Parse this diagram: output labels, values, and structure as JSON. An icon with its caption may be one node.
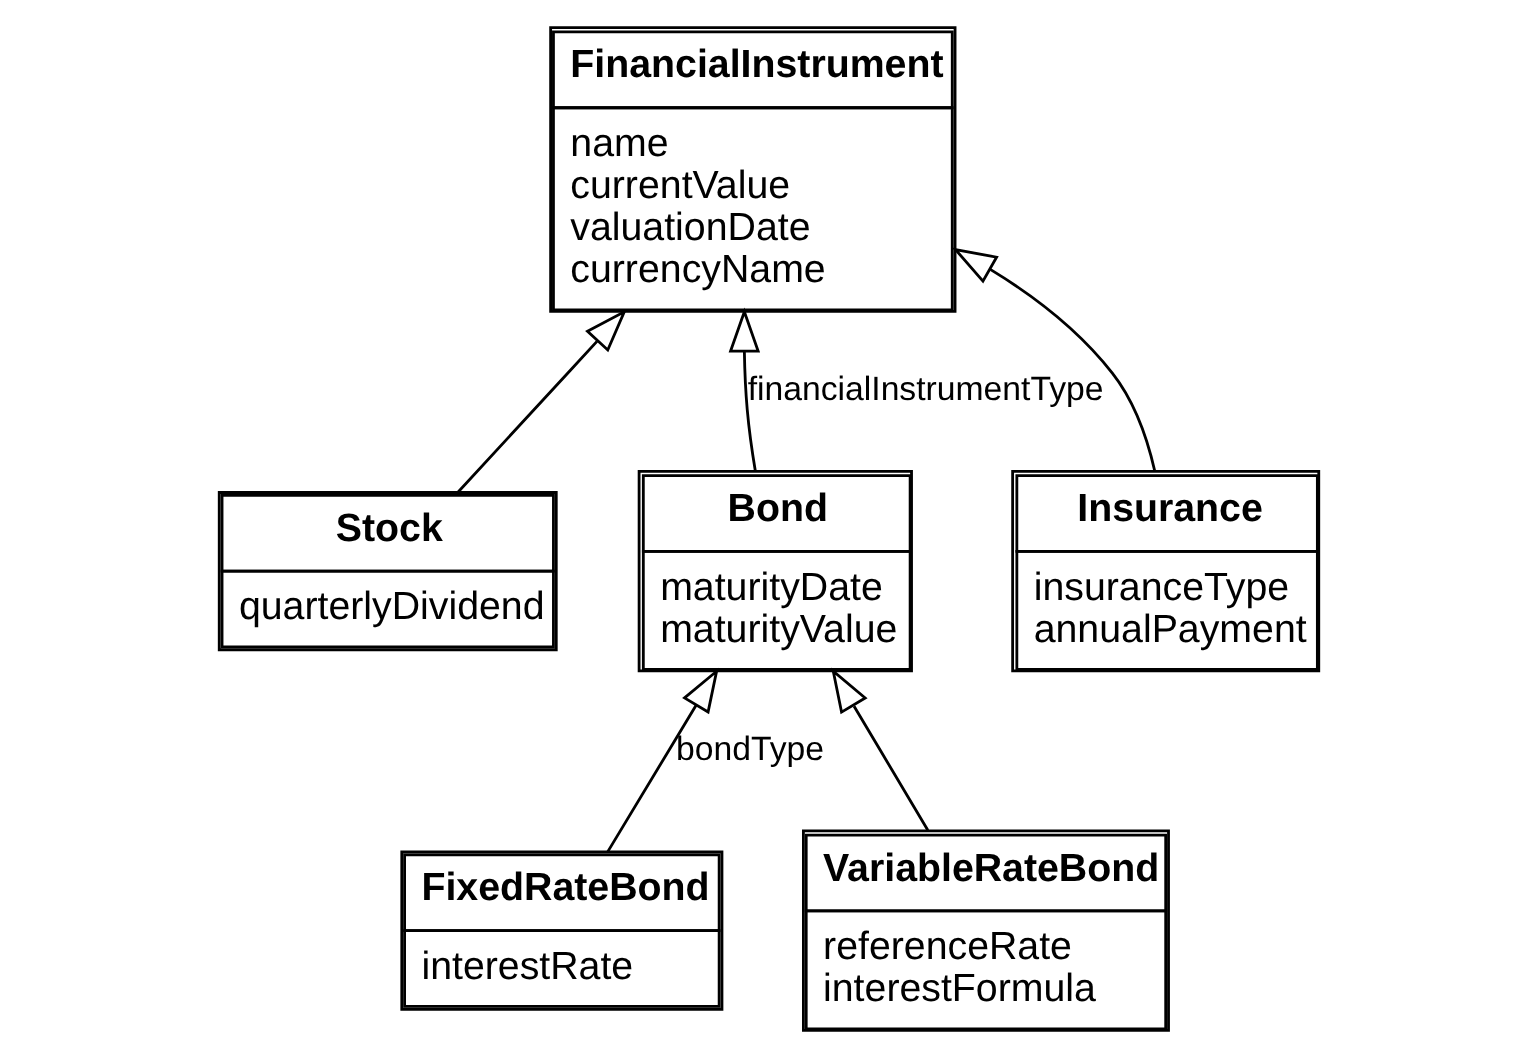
{
  "diagram": {
    "nodes": [
      {
        "text": [
          "FinancialInstrument",
          "name",
          "currentValue",
          "valuationDate",
          "currencyName"
        ]
      },
      {
        "text": [
          "Stock",
          "quarterlyDividend"
        ]
      },
      {
        "text": [
          "Bond",
          "maturityDate",
          "maturityValue"
        ]
      },
      {
        "text": [
          "Insurance",
          "insuranceType",
          "annualPayment"
        ]
      },
      {
        "text": [
          "FixedRateBond",
          "interestRate"
        ]
      },
      {
        "text": [
          "VariableRateBond",
          "referenceRate",
          "interestFormula"
        ]
      }
    ],
    "edges": [
      {
        "from": 1,
        "to": 0,
        "arrow": "to"
      },
      {
        "from": 2,
        "to": 0,
        "arrow": "to",
        "label": "financialInstrumentType"
      },
      {
        "from": 3,
        "to": 0,
        "arrow": "to"
      },
      {
        "from": 4,
        "to": 2,
        "arrow": "to",
        "label": "bondType"
      },
      {
        "from": 5,
        "to": 2,
        "arrow": "to"
      }
    ]
  }
}
